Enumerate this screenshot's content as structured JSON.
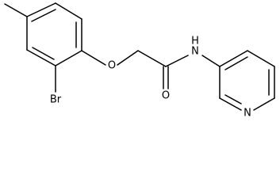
{
  "molecule": {
    "atoms": {
      "bromine": "Br",
      "ether_oxygen": "O",
      "carbonyl_oxygen": "O",
      "amide_nitrogen": "N",
      "amide_hydrogen": "H",
      "pyridine_nitrogen": "N"
    }
  },
  "colors": {
    "bond": "#000000",
    "label": "#000000",
    "background": "#ffffff"
  }
}
